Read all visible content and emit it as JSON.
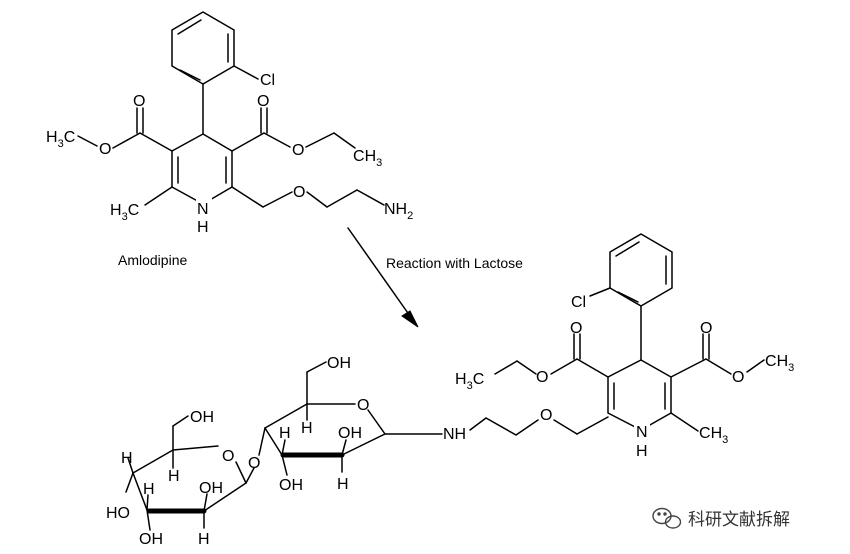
{
  "labels": {
    "amlodipine_name": "Amlodipine",
    "reaction_caption": "Reaction with Lactose",
    "watermark": "科研文献拆解"
  },
  "atoms": {
    "Cl": "Cl",
    "O": "O",
    "N": "N",
    "H": "H",
    "C": "C",
    "NH": "NH",
    "OH": "OH",
    "HO": "HO",
    "sub2": "2",
    "sub3": "3"
  }
}
